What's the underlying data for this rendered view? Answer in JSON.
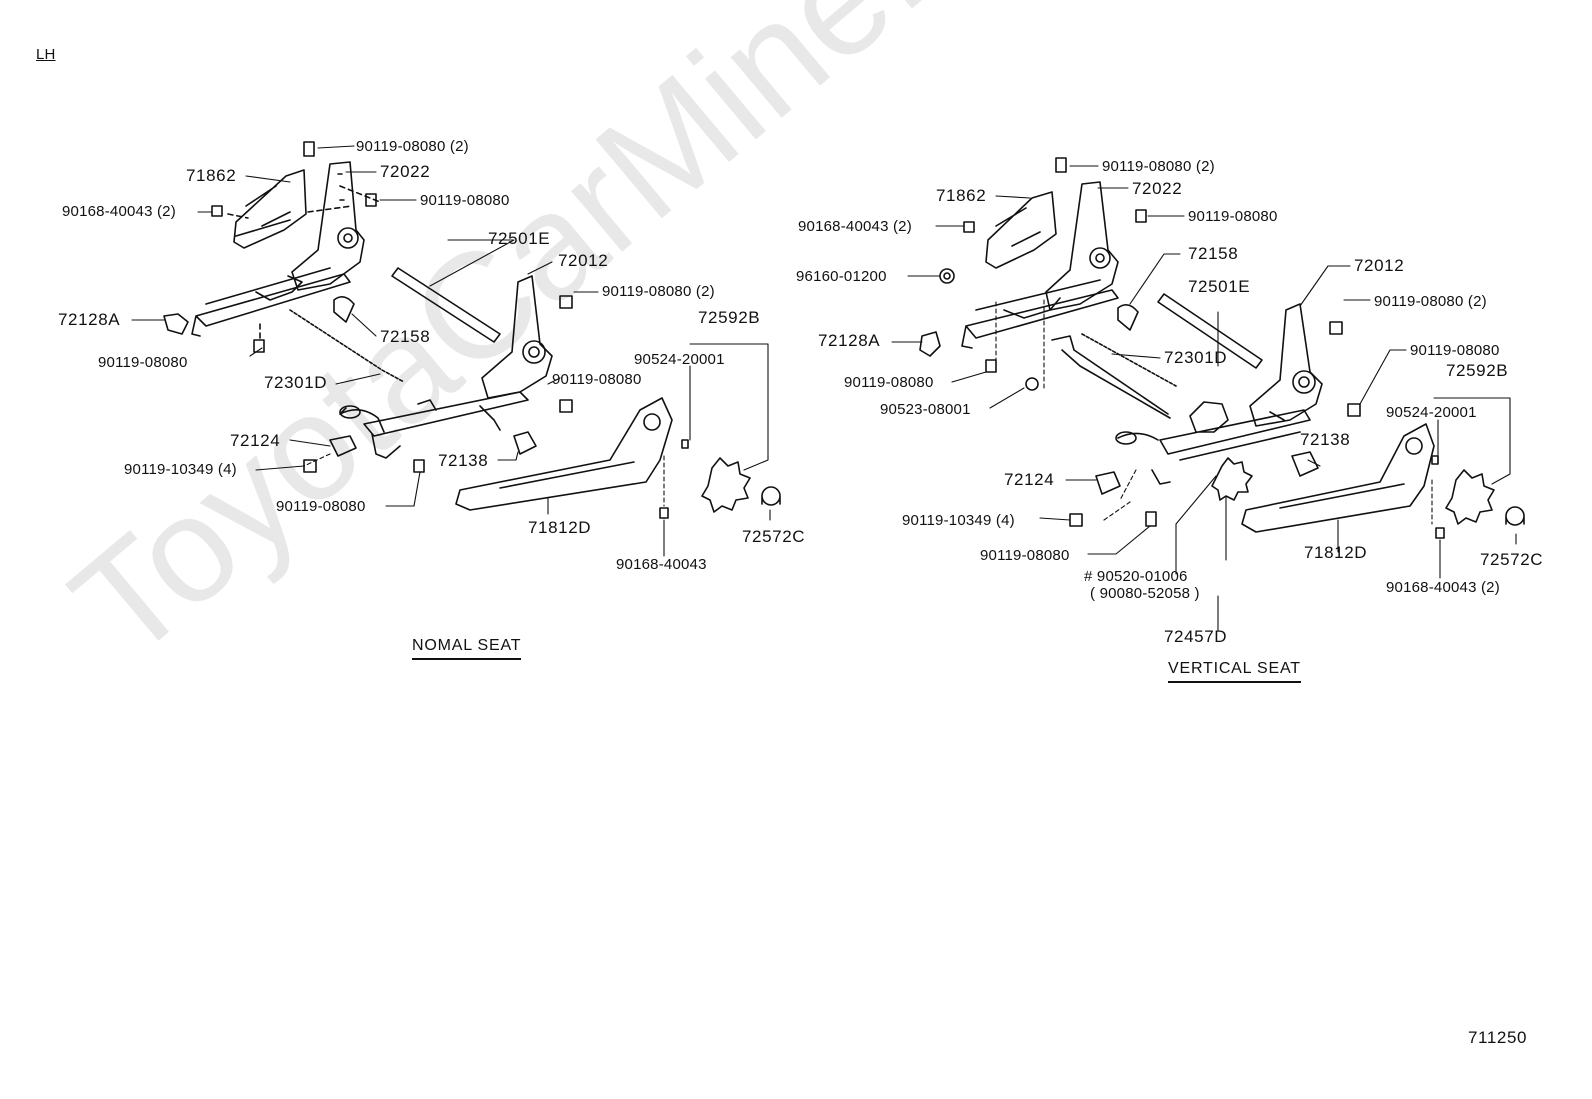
{
  "header": {
    "side": "LH"
  },
  "watermark": "ToyotaCarMine.ru",
  "footer": {
    "figure_number": "711250"
  },
  "diagrams": {
    "normal": {
      "title": "NOMAL SEAT",
      "labels": {
        "p1": "90119-08080 (2)",
        "p2": "72022",
        "p3": "71862",
        "p4": "90119-08080",
        "p5": "90168-40043 (2)",
        "p6": "72501E",
        "p7": "72012",
        "p8": "90119-08080 (2)",
        "p9": "72128A",
        "p10": "72158",
        "p11": "72592B",
        "p12": "90119-08080",
        "p13": "90524-20001",
        "p14": "72301D",
        "p15": "90119-08080",
        "p16": "72124",
        "p17": "72138",
        "p18": "90119-10349 (4)",
        "p19": "90119-08080",
        "p20": "71812D",
        "p21": "72572C",
        "p22": "90168-40043"
      }
    },
    "vertical": {
      "title": "VERTICAL SEAT",
      "labels": {
        "q1": "90119-08080 (2)",
        "q2": "72022",
        "q3": "71862",
        "q4": "90119-08080",
        "q5": "90168-40043 (2)",
        "q6": "72158",
        "q7": "96160-01200",
        "q8": "72501E",
        "q9": "72012",
        "q10": "90119-08080 (2)",
        "q11": "72128A",
        "q12": "72301D",
        "q13": "90119-08080",
        "q14": "90119-08080",
        "q15": "72592B",
        "q16": "90523-08001",
        "q17": "90524-20001",
        "q18": "72138",
        "q19": "72124",
        "q20": "90119-10349 (4)",
        "q21": "71812D",
        "q22": "90119-08080",
        "q23": "72572C",
        "q24": "# 90520-01006",
        "q25": "( 90080-52058 )",
        "q26": "90168-40043 (2)",
        "q27": "72457D"
      }
    }
  }
}
